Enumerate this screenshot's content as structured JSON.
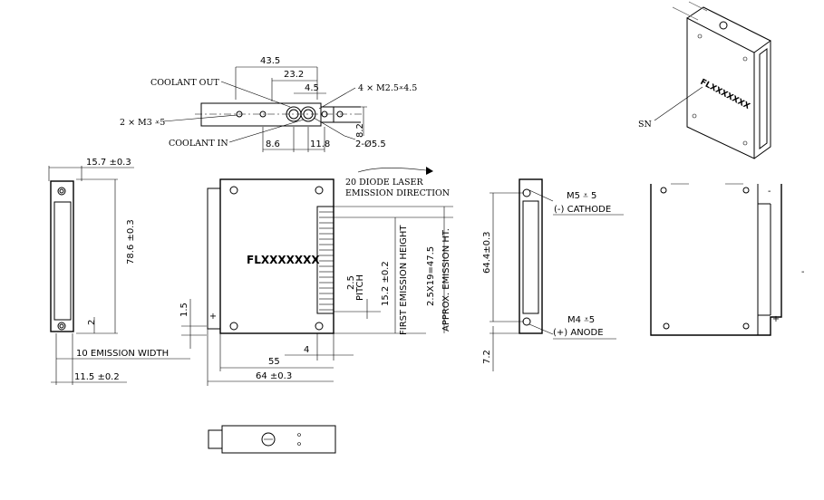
{
  "top_view": {
    "dims": {
      "d43_5": "43.5",
      "d23_2": "23.2",
      "d4_5": "4.5",
      "d8_6": "8.6",
      "d11_8": "11.8",
      "d8_2": "8.2"
    },
    "labels": {
      "coolant_out": "COOLANT OUT",
      "coolant_in": "COOLANT IN",
      "m3": "2 × M3 ⩡5",
      "m25": "4 × M2.5⩡4.5",
      "phi": "2-Ø5.5"
    }
  },
  "left_view": {
    "d15_7": "15.7 ±0.3",
    "d78_6": "78.6 ±0.3",
    "d2": "2",
    "d10": "10 EMISSION WIDTH",
    "d11_5": "11.5 ±0.2",
    "d1_5": "1.5"
  },
  "front_view": {
    "laser_line1": "20 DIODE LASER",
    "laser_line2": "EMISSION DIRECTION",
    "model": "FLXXXXXXX",
    "pitch_value": "2.5",
    "pitch_label": "PITCH",
    "first_height": "15.2 ±0.2",
    "first_height_label": "FIRST EMISSION HEIGHT",
    "approx": "2.5X19=47.5",
    "approx_label": "APPROX. EMISSION HT.",
    "d4": "4",
    "d55": "55",
    "d64": "64 ±0.3"
  },
  "right_views": {
    "m5": "M5 ⩡ 5",
    "cathode": "(-) CATHODE",
    "m4": "M4 ⩡5",
    "anode": "(+) ANODE",
    "d64_4": "64.4±0.3",
    "d7_2": "7.2",
    "plus": "+",
    "minus": "-"
  },
  "iso_view": {
    "sn": "SN",
    "model": "FLXXXXXXX"
  }
}
